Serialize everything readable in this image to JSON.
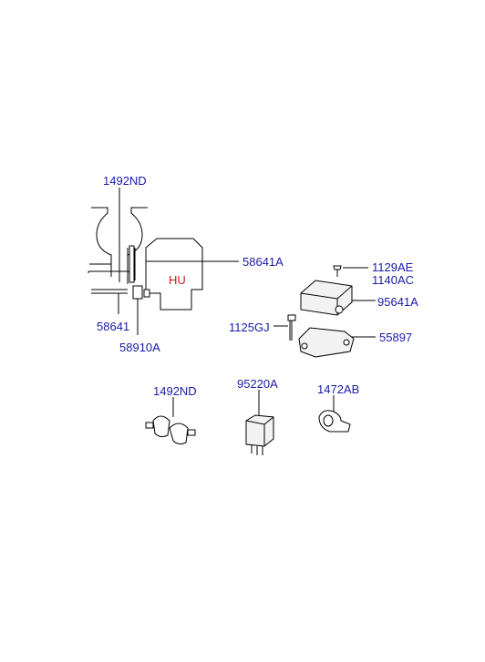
{
  "labels": {
    "l1492nd_top": "1492ND",
    "l58641a": "58641A",
    "hu": "HU",
    "l58641": "58641",
    "l58910a": "58910A",
    "l1129ae": "1129AE",
    "l1140ac": "1140AC",
    "l95641a": "95641A",
    "l1125gj": "1125GJ",
    "l55897": "55897",
    "l1492nd_bottom": "1492ND",
    "l95220a": "95220A",
    "l1472ab": "1472AB"
  },
  "colors": {
    "label": "#1a1aa8",
    "highlight": "#d01818",
    "line": "#000000"
  }
}
